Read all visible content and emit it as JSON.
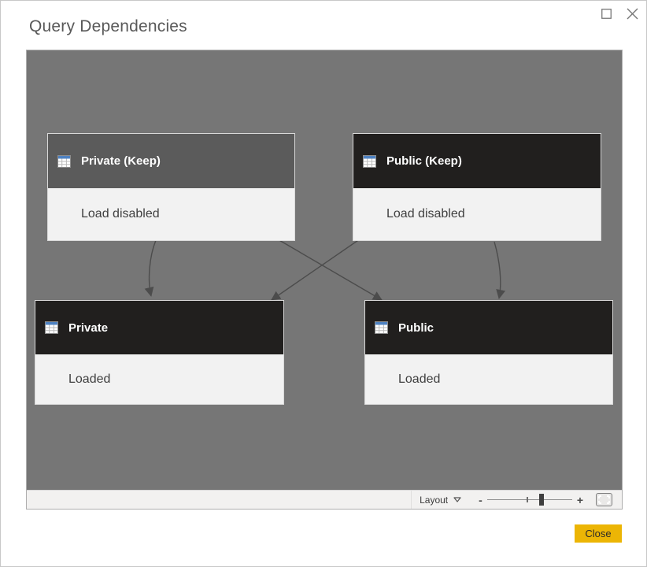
{
  "window": {
    "title": "Query Dependencies"
  },
  "diagram": {
    "nodes": [
      {
        "id": "private-keep",
        "label": "Private (Keep)",
        "status": "Load disabled",
        "selected": true
      },
      {
        "id": "public-keep",
        "label": "Public (Keep)",
        "status": "Load disabled",
        "selected": false
      },
      {
        "id": "private",
        "label": "Private",
        "status": "Loaded",
        "selected": false
      },
      {
        "id": "public",
        "label": "Public",
        "status": "Loaded",
        "selected": false
      }
    ],
    "edges": [
      {
        "from": "private-keep",
        "to": "private"
      },
      {
        "from": "private-keep",
        "to": "public"
      },
      {
        "from": "public-keep",
        "to": "private"
      },
      {
        "from": "public-keep",
        "to": "public"
      }
    ],
    "colors": {
      "canvas_background": "#767676",
      "node_header": "#211f1e",
      "node_header_selected": "#5b5b5b",
      "node_body": "#f2f2f2",
      "edge": "#4c4c4c",
      "table_icon_header": "#4e82c2"
    }
  },
  "toolbar": {
    "layout_label": "Layout",
    "zoom_out_label": "-",
    "zoom_in_label": "+"
  },
  "footer": {
    "close_label": "Close",
    "close_button_color": "#ecb505"
  }
}
